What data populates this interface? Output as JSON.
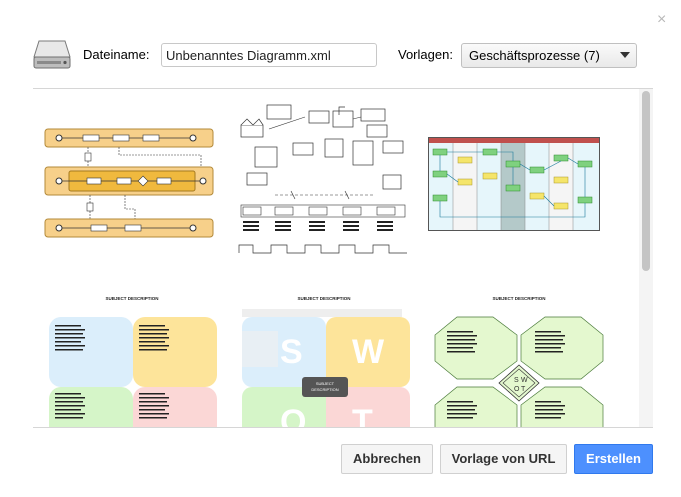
{
  "dialog": {
    "close_glyph": "×",
    "filename_label": "Dateiname:",
    "filename_value": "Unbenanntes Diagramm.xml",
    "templates_label": "Vorlagen:",
    "templates_selected": "Geschäftsprozesse (7)"
  },
  "gallery": {
    "thumbnails": [
      {
        "kind": "bpmn-pool-diagram"
      },
      {
        "kind": "supply-chain-diagram"
      },
      {
        "kind": "swimlane-flowchart"
      },
      {
        "kind": "colored-quadrant-template",
        "caption": "SUBJECT DESCRIPTION"
      },
      {
        "kind": "swot-analysis",
        "caption": "SUBJECT DESCRIPTION",
        "letters": [
          "S",
          "W",
          "O",
          "T"
        ],
        "badge": [
          "SUBJECT",
          "DESCRIPTION"
        ]
      },
      {
        "kind": "swot-octagons",
        "caption": "SUBJECT DESCRIPTION",
        "letters": [
          "S",
          "W",
          "O",
          "T"
        ]
      }
    ]
  },
  "buttons": {
    "cancel": "Abbrechen",
    "from_url": "Vorlage von URL",
    "create": "Erstellen"
  },
  "colors": {
    "accent": "#4d90fe",
    "pool_fill": "#f7d08a",
    "swot_blue": "#dbeefb",
    "swot_yellow": "#fde49a",
    "swot_green": "#d5f5c8",
    "swot_pink": "#fbd7d6",
    "octagon_green": "#e4f8cf"
  }
}
